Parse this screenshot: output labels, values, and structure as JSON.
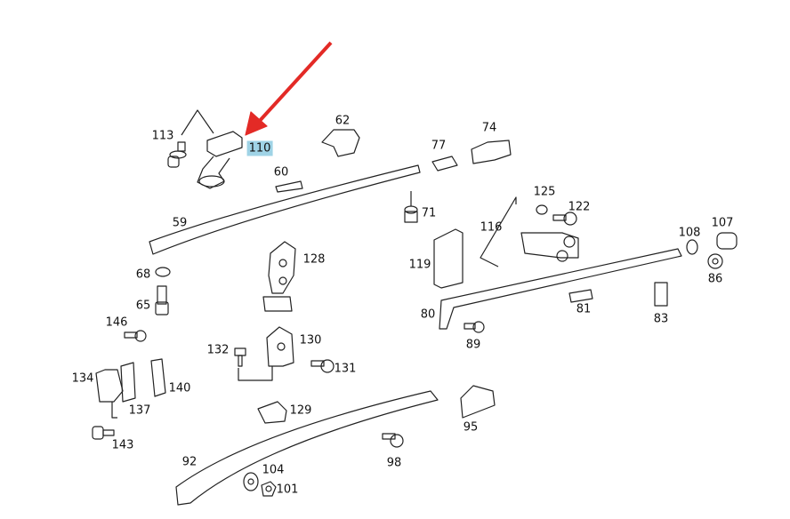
{
  "diagram": {
    "highlight_color": "#9fd3e6",
    "arrow_color": "#e32a26",
    "highlighted_part": "110",
    "labels": [
      "113",
      "62",
      "74",
      "77",
      "60",
      "71",
      "59",
      "125",
      "122",
      "116",
      "108",
      "107",
      "119",
      "128",
      "68",
      "86",
      "65",
      "81",
      "80",
      "83",
      "146",
      "89",
      "130",
      "132",
      "131",
      "134",
      "140",
      "137",
      "129",
      "95",
      "143",
      "92",
      "98",
      "104",
      "101"
    ]
  }
}
